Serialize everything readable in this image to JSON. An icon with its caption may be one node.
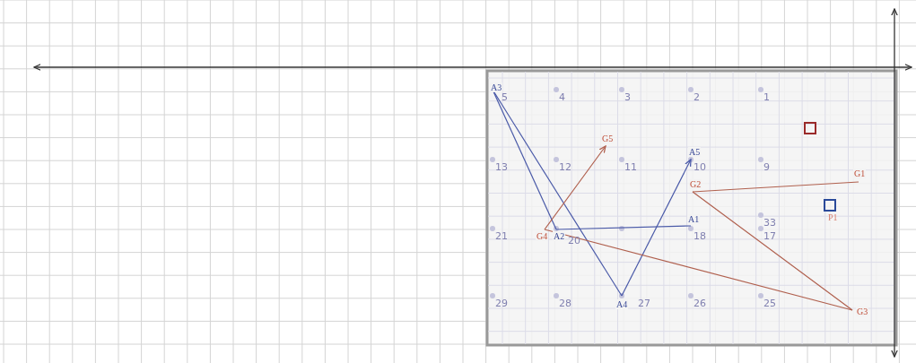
{
  "diagram": {
    "nodes": [
      {
        "text": [
          "A3"
        ]
      },
      {
        "text": [],
        "shape": "box"
      },
      {
        "text": [
          "G5"
        ]
      },
      {
        "text": [
          "A5"
        ]
      },
      {
        "text": [
          "G1"
        ]
      },
      {
        "text": [
          "G2"
        ]
      },
      {
        "text": [],
        "shape": "box",
        "beside": [
          "P1"
        ]
      },
      {
        "text": [
          "A1"
        ]
      },
      {
        "text": [
          "G4"
        ]
      },
      {
        "text": [
          "A2"
        ]
      },
      {
        "text": [
          "A4"
        ]
      },
      {
        "text": [
          "G3"
        ]
      }
    ],
    "edges": [
      {
        "from": 0,
        "to": 9,
        "arrow": "none",
        "color": "#4a5aa8"
      },
      {
        "from": 0,
        "to": 10,
        "arrow": "none",
        "color": "#4a5aa8"
      },
      {
        "from": 10,
        "to": 3,
        "arrow": "to",
        "color": "#4a5aa8"
      },
      {
        "from": 9,
        "to": 7,
        "arrow": "none",
        "color": "#4a5aa8"
      },
      {
        "from": 8,
        "to": 2,
        "arrow": "to",
        "color": "#b0604e"
      },
      {
        "from": 8,
        "to": 11,
        "arrow": "none",
        "color": "#b0604e"
      },
      {
        "from": 5,
        "to": 4,
        "arrow": "none",
        "color": "#b0604e"
      },
      {
        "from": 5,
        "to": 11,
        "arrow": "none",
        "color": "#b0604e"
      }
    ],
    "labels": [
      "5",
      "4",
      "3",
      "2",
      "1",
      "13",
      "12",
      "11",
      "10",
      "9",
      "33",
      "21",
      "20",
      "18",
      "17",
      "29",
      "28",
      "27",
      "26",
      "25"
    ]
  }
}
